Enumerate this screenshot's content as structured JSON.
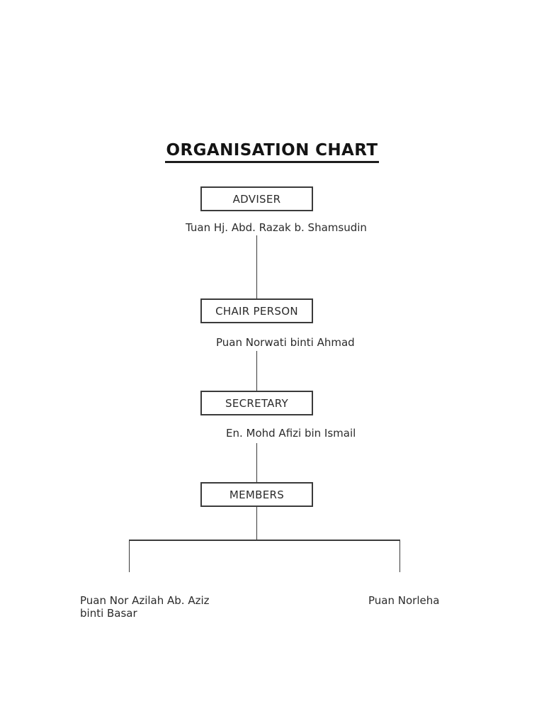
{
  "page": {
    "title": "ORGANISATION CHART"
  },
  "org": {
    "levels": [
      {
        "role": "ADVISER",
        "name": "Tuan Hj. Abd. Razak b. Shamsudin"
      },
      {
        "role": "CHAIR PERSON",
        "name": "Puan Norwati binti Ahmad"
      },
      {
        "role": "SECRETARY",
        "name": "En. Mohd Afizi bin Ismail"
      },
      {
        "role": "MEMBERS"
      }
    ],
    "members": [
      {
        "name": "Puan Nor Azilah Ab. Aziz binti Basar"
      },
      {
        "name": "Puan Norleha"
      }
    ]
  },
  "colors": {
    "background": "#ffffff",
    "line": "#3b3b3b",
    "text": "#2b2b2b",
    "title_text": "#141414"
  }
}
